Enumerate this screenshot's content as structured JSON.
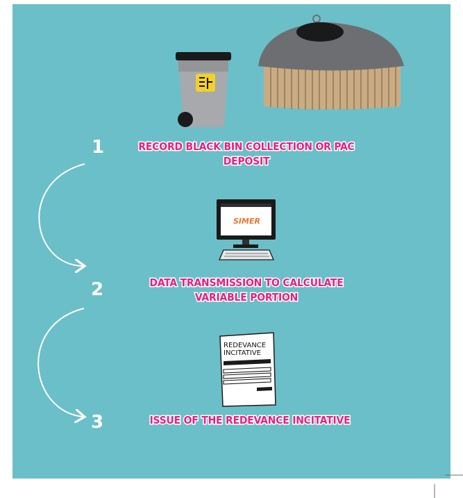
{
  "steps": [
    {
      "number": "1",
      "label": "RECORD BLACK BIN COLLECTION OR PAC DEPOSIT"
    },
    {
      "number": "2",
      "label": "DATA TRANSMISSION TO CALCULATE VARIABLE PORTION"
    },
    {
      "number": "3",
      "label": "ISSUE OF THE REDEVANCE INCITATIVE"
    }
  ],
  "screen_logo": "SIMER",
  "document_title": "REDEVANCE INCITATIVE",
  "colors": {
    "background": "#6bbfc8",
    "label": "#e81f82",
    "numbers": "#ffffff"
  },
  "icons": [
    "wheelie-bin-icon",
    "pac-container-icon",
    "computer-icon",
    "invoice-document-icon"
  ]
}
